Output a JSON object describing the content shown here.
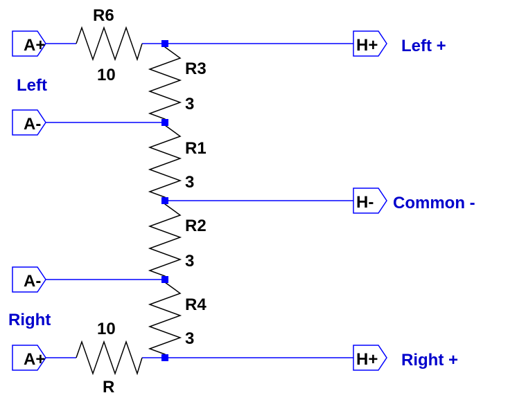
{
  "colors": {
    "wire": "#0000ff",
    "text": "#000000",
    "net_text": "#0000cc"
  },
  "inputs": [
    {
      "port_label": "A+",
      "icon": "input-port"
    },
    {
      "port_label": "A-",
      "icon": "input-port"
    },
    {
      "port_label": "A-",
      "icon": "input-port"
    },
    {
      "port_label": "A+",
      "icon": "input-port"
    }
  ],
  "input_groups": {
    "left": "Left",
    "right": "Right"
  },
  "outputs": [
    {
      "port_label": "H+",
      "net_label": "Left +",
      "icon": "output-port"
    },
    {
      "port_label": "H-",
      "net_label": "Common -",
      "icon": "output-port"
    },
    {
      "port_label": "H+",
      "net_label": "Right +",
      "icon": "output-port"
    }
  ],
  "resistors": {
    "r6": {
      "ref": "R6",
      "value": "10"
    },
    "r3": {
      "ref": "R3",
      "value": "3"
    },
    "r1": {
      "ref": "R1",
      "value": "3"
    },
    "r2": {
      "ref": "R2",
      "value": "3"
    },
    "r4": {
      "ref": "R4",
      "value": "3"
    },
    "r": {
      "ref": "R",
      "value": "10"
    }
  }
}
